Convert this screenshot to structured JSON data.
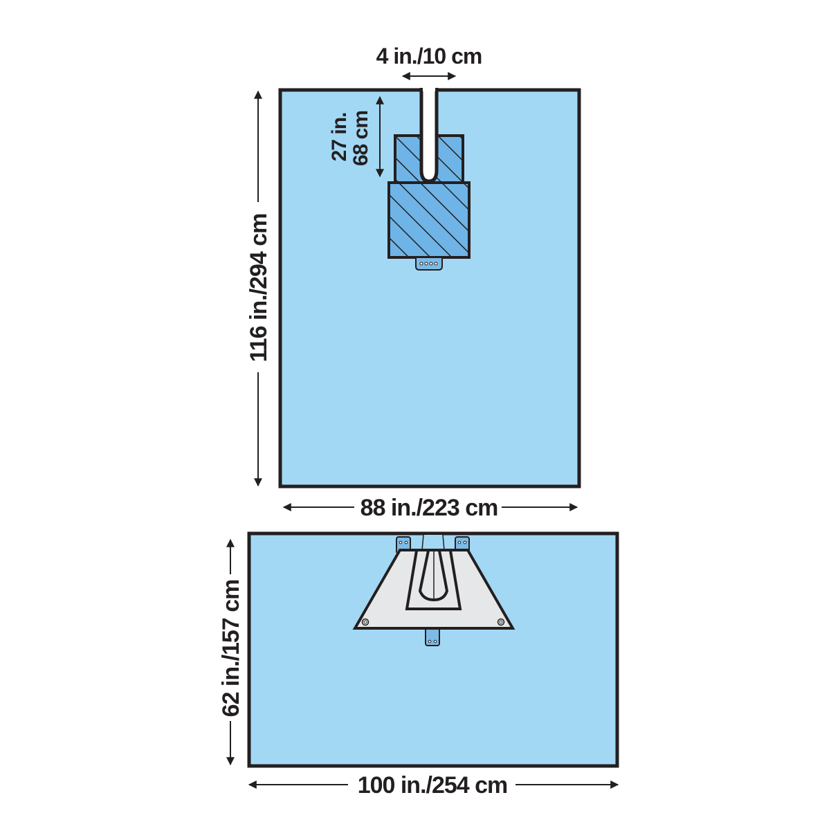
{
  "colors": {
    "drape_fill": "#a3d8f5",
    "outline": "#231f20",
    "hatch_fill": "#6fb4e6",
    "tab_fill": "#7dbbe6",
    "pad_fill": "#e6e7e8",
    "background": "#ffffff"
  },
  "top_drape": {
    "width_label": "88 in./223 cm",
    "height_label": "116 in./294 cm",
    "slit_width_label": "4 in./10 cm",
    "slit_length_label_line1": "27 in.",
    "slit_length_label_line2": "68 cm"
  },
  "bottom_drape": {
    "width_label": "100 in./254 cm",
    "height_label": "62 in./157 cm"
  }
}
